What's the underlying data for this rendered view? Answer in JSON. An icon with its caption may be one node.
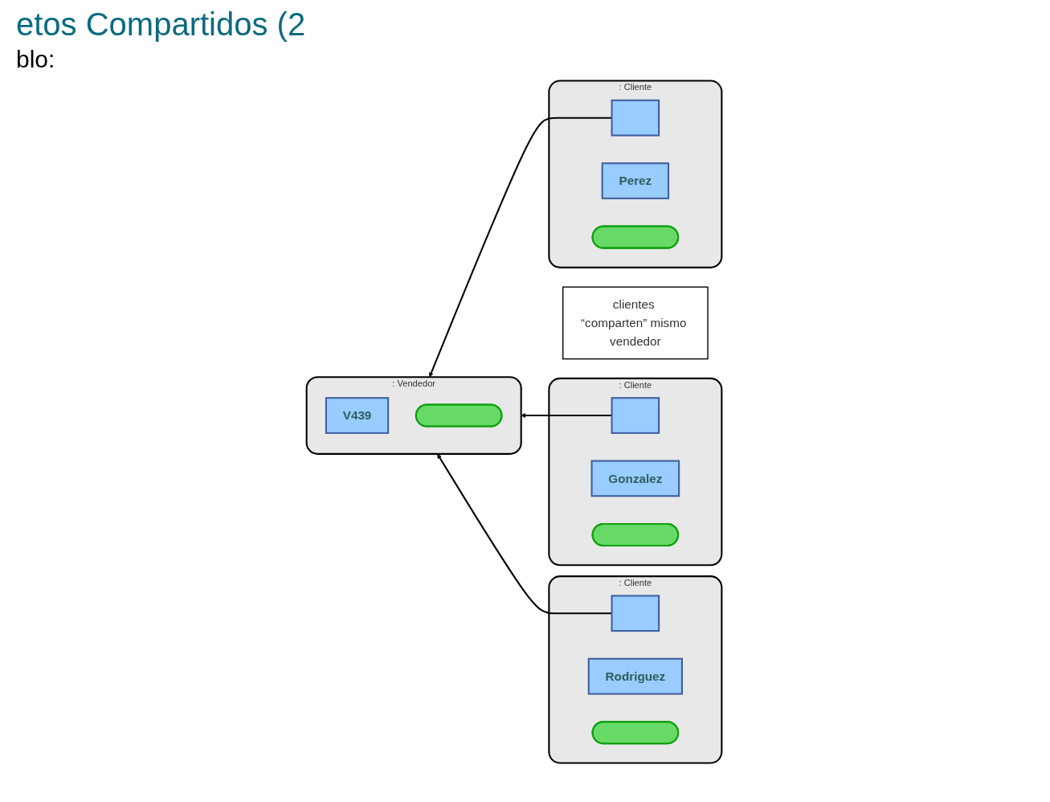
{
  "diagram": {
    "title": "etos Compartidos (2",
    "nodes": [
      {
        "text": [],
        "shape": "box",
        "beside": [
          ": Vendedor"
        ]
      },
      {
        "text": [
          "V439"
        ],
        "in": 0
      },
      {
        "text": [],
        "shape": "ellipse",
        "in": 0
      },
      {
        "text": [],
        "shape": "box",
        "beside": [
          ": Cliente"
        ]
      },
      {
        "text": [],
        "shape": "box",
        "in": 3
      },
      {
        "text": [
          "Perez"
        ],
        "in": 3
      },
      {
        "text": [],
        "shape": "ellipse",
        "in": 3
      },
      {
        "text": [],
        "shape": "box",
        "beside": [
          ": Cliente"
        ]
      },
      {
        "text": [],
        "shape": "box",
        "in": 7
      },
      {
        "text": [
          "Gonzalez"
        ],
        "in": 7
      },
      {
        "text": [],
        "shape": "ellipse",
        "in": 7
      },
      {
        "text": [],
        "shape": "box",
        "beside": [
          ": Cliente"
        ]
      },
      {
        "text": [],
        "shape": "box",
        "in": 11
      },
      {
        "text": [
          "Rodriguez"
        ],
        "in": 11
      },
      {
        "text": [],
        "shape": "ellipse",
        "in": 11
      },
      {
        "text": [
          "clientes “comparten” mismo vendedor"
        ]
      }
    ],
    "edges": [
      {
        "from": 4,
        "to": 0,
        "arrow": "to"
      },
      {
        "from": 8,
        "to": 0,
        "arrow": "to"
      },
      {
        "from": 12,
        "to": 0,
        "arrow": "to"
      }
    ],
    "labels": [
      "blo:"
    ]
  }
}
